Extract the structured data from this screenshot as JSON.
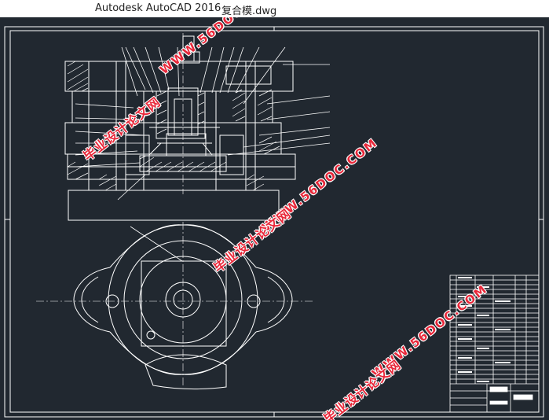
{
  "window": {
    "app_title": "Autodesk AutoCAD 2016",
    "file_name": "复合模.dwg"
  },
  "drawing": {
    "background": "#212830",
    "line_color": "#ffffff",
    "center_line_color": "#ff4040",
    "title_block_label": "title-block"
  },
  "watermarks": {
    "site_name": "毕业设计论文网",
    "url": "WWW.56DOC.COM",
    "color": "#e8283a"
  }
}
